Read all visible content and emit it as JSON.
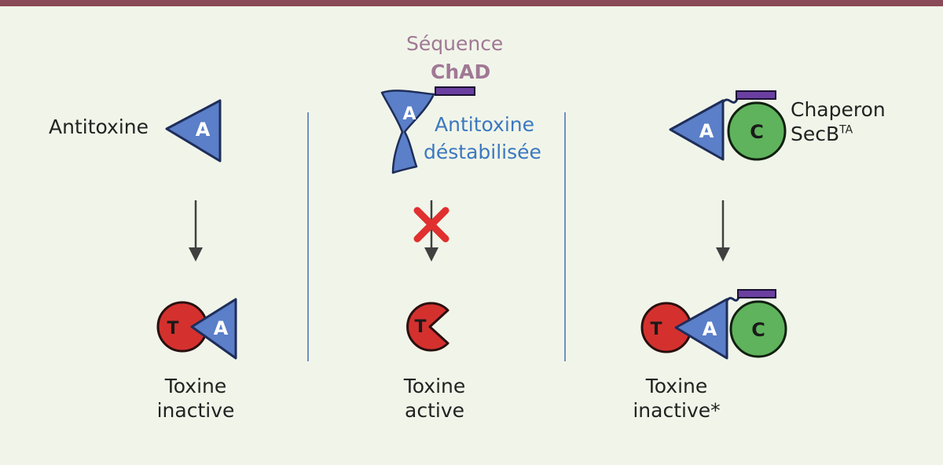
{
  "colors": {
    "background": "#f1f5e9",
    "top_bar": "#8a4a57",
    "divider": "#6f8fc4",
    "antitoxin_fill": "#5b7fc8",
    "antitoxin_stroke": "#1e2d5a",
    "toxin_fill": "#d4312e",
    "chaperone_fill": "#5fb35c",
    "chad_tag": "#6a3fa0",
    "cross": "#e03030",
    "arrow": "#404040",
    "sequence_label": "#a07895",
    "blue_label": "#3b78c0",
    "text": "#222222"
  },
  "panel_left": {
    "antitoxin_label": "Antitoxine",
    "antitoxin_letter": "A",
    "toxin_letter": "T",
    "complex_antitoxin_letter": "A",
    "result_line1": "Toxine",
    "result_line2": "inactive"
  },
  "panel_middle": {
    "sequence_label": "Séquence",
    "chad_label": "ChAD",
    "destabilized_line1": "Antitoxine",
    "destabilized_line2": "déstabilisée",
    "antitoxin_letter": "A",
    "toxin_letter": "T",
    "result_line1": "Toxine",
    "result_line2": "active"
  },
  "panel_right": {
    "chaperone_line1": "Chaperon",
    "chaperone_line2": "SecB",
    "chaperone_superscript": "TA",
    "antitoxin_letter": "A",
    "chaperone_letter": "C",
    "toxin_letter": "T",
    "complex_antitoxin_letter": "A",
    "complex_chaperone_letter": "C",
    "result_line1": "Toxine",
    "result_line2": "inactive*"
  }
}
